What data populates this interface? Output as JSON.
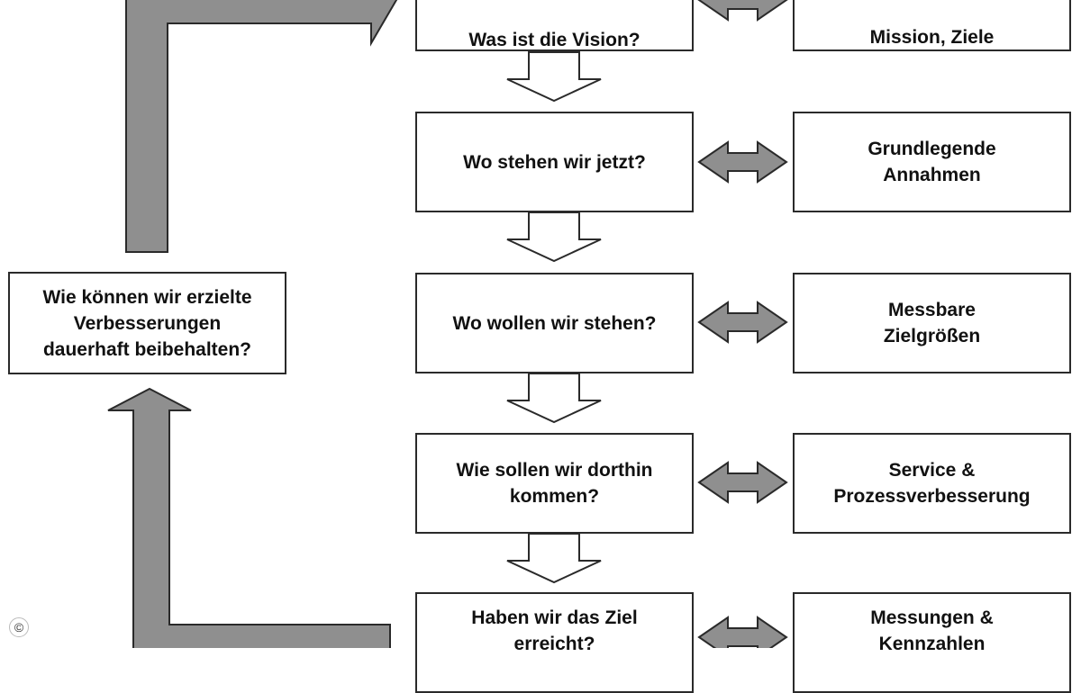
{
  "steps": [
    {
      "question": "Was ist die Vision?",
      "answer": "Mission, Ziele"
    },
    {
      "question": "Wo stehen wir jetzt?",
      "answer": "Grundlegende\nAnnahmen"
    },
    {
      "question": "Wo wollen wir stehen?",
      "answer": "Messbare\nZielgrößen"
    },
    {
      "question": "Wie sollen wir dorthin\nkommen?",
      "answer": "Service &\nProzessverbesserung"
    },
    {
      "question": "Haben wir das Ziel\nerreicht?",
      "answer": "Messungen &\nKennzahlen"
    }
  ],
  "side_question": "Wie können wir erzielte\nVerbesserungen\ndauerhaft beibehalten?",
  "copyright_symbol": "©",
  "colors": {
    "arrow_fill": "#8f8f8f",
    "line": "#2a2a2a",
    "box_fill": "#ffffff"
  }
}
